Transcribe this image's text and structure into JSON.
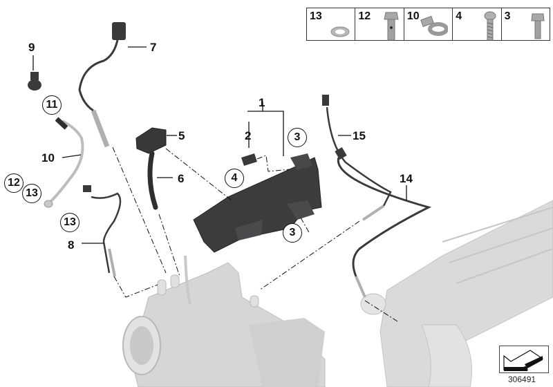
{
  "diagram": {
    "reference_number": "306491",
    "legend": [
      {
        "number": "13",
        "part": "washer"
      },
      {
        "number": "12",
        "part": "banjo-bolt"
      },
      {
        "number": "10",
        "part": "hose-clamp"
      },
      {
        "number": "4",
        "part": "screw"
      },
      {
        "number": "3",
        "part": "hex-bolt"
      }
    ],
    "callouts": [
      {
        "number": "1",
        "style": "plain"
      },
      {
        "number": "2",
        "style": "plain"
      },
      {
        "number": "3",
        "style": "circled"
      },
      {
        "number": "3",
        "style": "circled"
      },
      {
        "number": "4",
        "style": "circled"
      },
      {
        "number": "5",
        "style": "plain"
      },
      {
        "number": "6",
        "style": "plain"
      },
      {
        "number": "7",
        "style": "plain"
      },
      {
        "number": "8",
        "style": "plain"
      },
      {
        "number": "9",
        "style": "plain"
      },
      {
        "number": "10",
        "style": "circled"
      },
      {
        "number": "11",
        "style": "plain"
      },
      {
        "number": "12",
        "style": "circled"
      },
      {
        "number": "13",
        "style": "circled"
      },
      {
        "number": "13",
        "style": "circled"
      },
      {
        "number": "14",
        "style": "plain"
      },
      {
        "number": "15",
        "style": "plain"
      }
    ],
    "colors": {
      "line": "#111111",
      "part_dark": "#3a3a3c",
      "part_light": "#d4d4d6",
      "background": "#ffffff"
    }
  }
}
